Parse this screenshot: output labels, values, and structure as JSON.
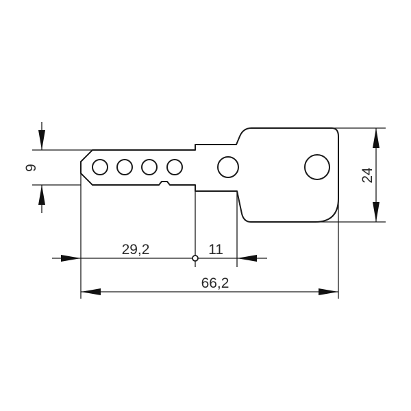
{
  "drawing": {
    "subject": "key",
    "colors": {
      "line": "#1a1a1a",
      "background": "#ffffff",
      "text": "#2a2a2a"
    }
  },
  "dimensions": {
    "blade_height": {
      "value": "9",
      "orientation": "vertical-rotated"
    },
    "head_height": {
      "value": "24",
      "orientation": "vertical-rotated"
    },
    "tip_to_stop": {
      "value": "29,2",
      "orientation": "horizontal"
    },
    "stop_to_shoulder": {
      "value": "11",
      "orientation": "horizontal"
    },
    "overall_length": {
      "value": "66,2",
      "orientation": "horizontal"
    }
  },
  "features": {
    "blade_holes": 4,
    "neck_holes": 1,
    "head_holes": 1
  }
}
